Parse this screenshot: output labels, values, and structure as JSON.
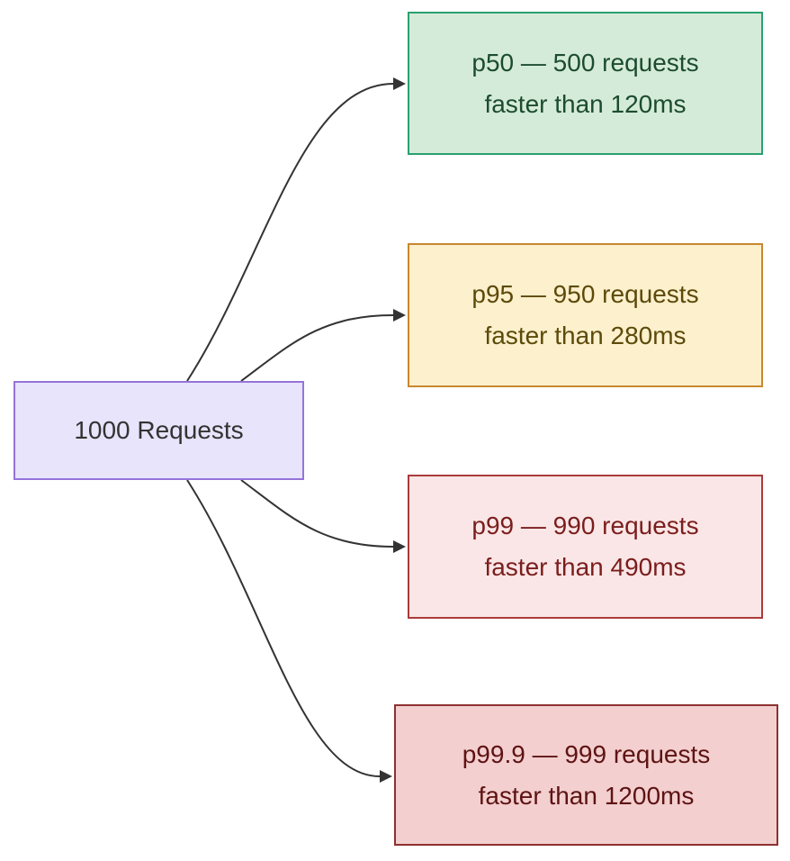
{
  "diagram": {
    "type": "flowchart",
    "background_color": "#ffffff",
    "edge_color": "#333333",
    "source": {
      "label": "1000 Requests",
      "fill": "#e7e4fb",
      "border": "#9673db",
      "text_color": "#333333"
    },
    "targets": [
      {
        "id": "p50",
        "line1": "p50 — 500 requests",
        "line2": "faster than 120ms",
        "fill": "#d5ebd9",
        "border": "#2aa06f",
        "text_color": "#1c4c30"
      },
      {
        "id": "p95",
        "line1": "p95 — 950 requests",
        "line2": "faster than 280ms",
        "fill": "#fcf0cd",
        "border": "#c8882f",
        "text_color": "#5d4a0a"
      },
      {
        "id": "p99",
        "line1": "p99 — 990 requests",
        "line2": "faster than 490ms",
        "fill": "#fae6e6",
        "border": "#ab3a3a",
        "text_color": "#7b1d1d"
      },
      {
        "id": "p99.9",
        "line1": "p99.9 — 999 requests",
        "line2": "faster than 1200ms",
        "fill": "#f3cfcf",
        "border": "#8e3131",
        "text_color": "#5e1313"
      }
    ],
    "edges": [
      {
        "from": "1000 Requests",
        "to": "p50"
      },
      {
        "from": "1000 Requests",
        "to": "p95"
      },
      {
        "from": "1000 Requests",
        "to": "p99"
      },
      {
        "from": "1000 Requests",
        "to": "p99.9"
      }
    ]
  }
}
